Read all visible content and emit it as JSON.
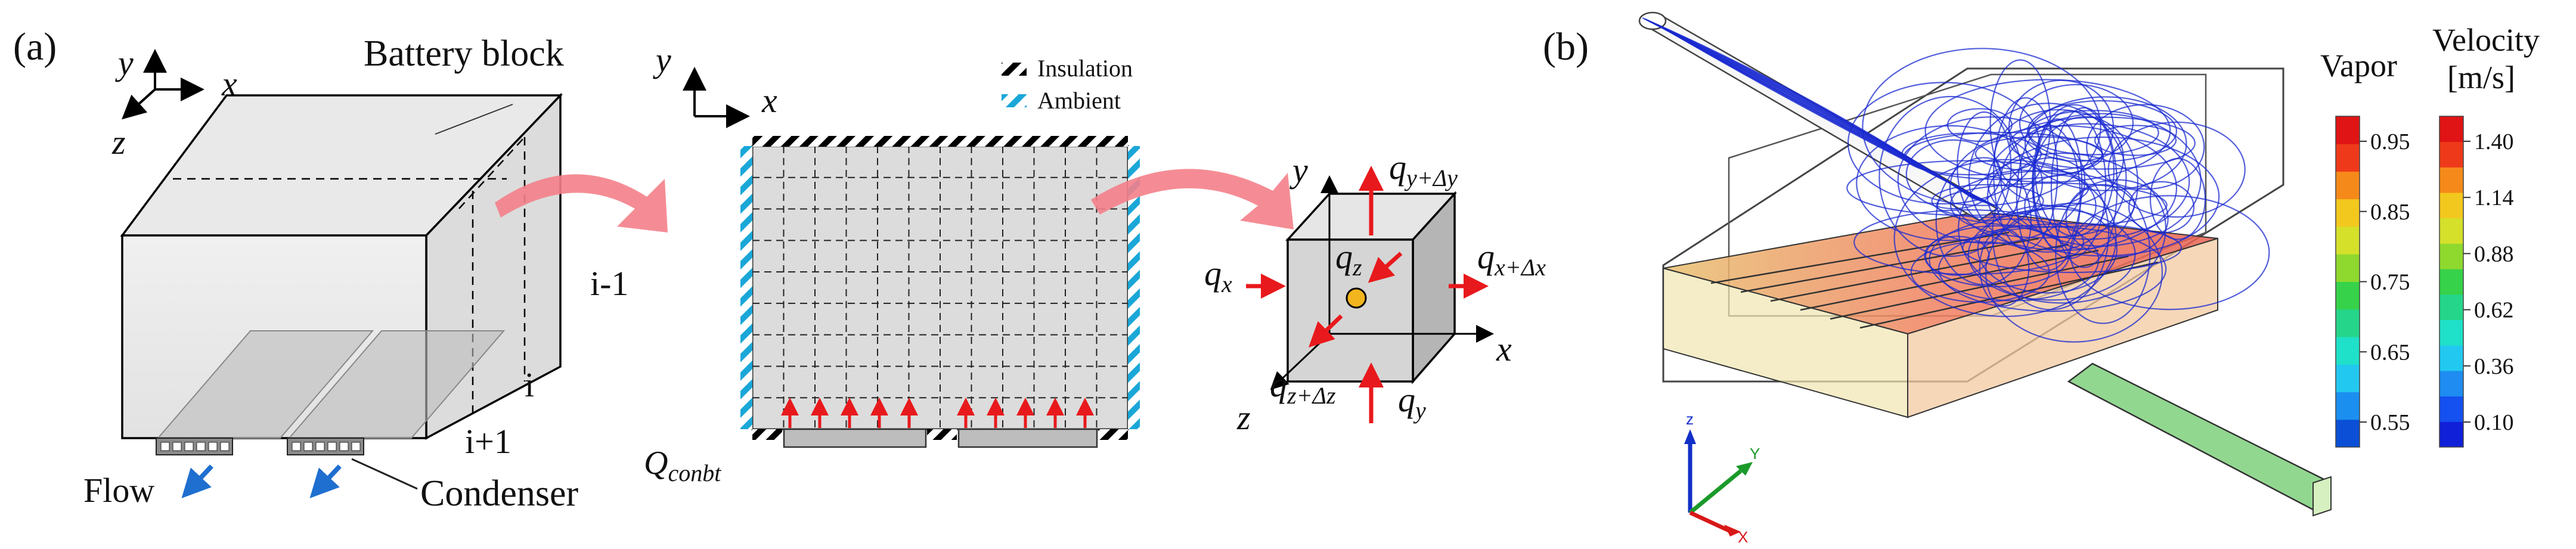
{
  "panel_a": {
    "label": "(a)",
    "axes3d": {
      "y": "y",
      "x": "x",
      "z": "z"
    },
    "battery_block_label": "Battery block",
    "slice_labels": [
      "i-1",
      "i",
      "i+1"
    ],
    "flow_label": "Flow",
    "condenser_label": "Condenser",
    "grid_axes": {
      "y": "y",
      "x": "x"
    },
    "legend": [
      {
        "label": "Insulation",
        "color": "#000000"
      },
      {
        "label": "Ambient",
        "color": "#1aa7d8"
      }
    ],
    "q_conbt": {
      "base": "Q",
      "sub": "conbt"
    },
    "cell": {
      "axes": {
        "y": "y",
        "x": "x",
        "z": "z"
      },
      "flux": {
        "qx": {
          "base": "q",
          "sub": "x"
        },
        "qxdx": {
          "base": "q",
          "sub": "x+Δx"
        },
        "qy": {
          "base": "q",
          "sub": "y"
        },
        "qydy": {
          "base": "q",
          "sub": "y+Δy"
        },
        "qz": {
          "base": "q",
          "sub": "z"
        },
        "qzdz": {
          "base": "q",
          "sub": "z+Δz"
        }
      }
    }
  },
  "panel_b": {
    "label": "(b)",
    "triad": {
      "z": "z",
      "y": "Y",
      "x": "X"
    },
    "vapor_bar": {
      "title": "Vapor",
      "ticks": [
        "0.95",
        "0.85",
        "0.75",
        "0.65",
        "0.55"
      ],
      "colors": [
        "#0a4fd6",
        "#1b8ff0",
        "#22c8f0",
        "#1fe0c8",
        "#25d68a",
        "#36d24a",
        "#8fd82e",
        "#d4e02a",
        "#f3c81e",
        "#f58a1a",
        "#ee3a1a",
        "#e01414"
      ]
    },
    "velocity_bar": {
      "title_line1": "Velocity",
      "title_line2": "[m/s]",
      "ticks": [
        "1.40",
        "1.14",
        "0.88",
        "0.62",
        "0.36",
        "0.10"
      ],
      "colors": [
        "#1020d8",
        "#1550f0",
        "#1e8cf0",
        "#22c8f0",
        "#1fe0c8",
        "#25d68a",
        "#36d24a",
        "#8fd82e",
        "#d4e02a",
        "#f3c81e",
        "#f58a1a",
        "#ee3a1a",
        "#e01414"
      ]
    }
  }
}
